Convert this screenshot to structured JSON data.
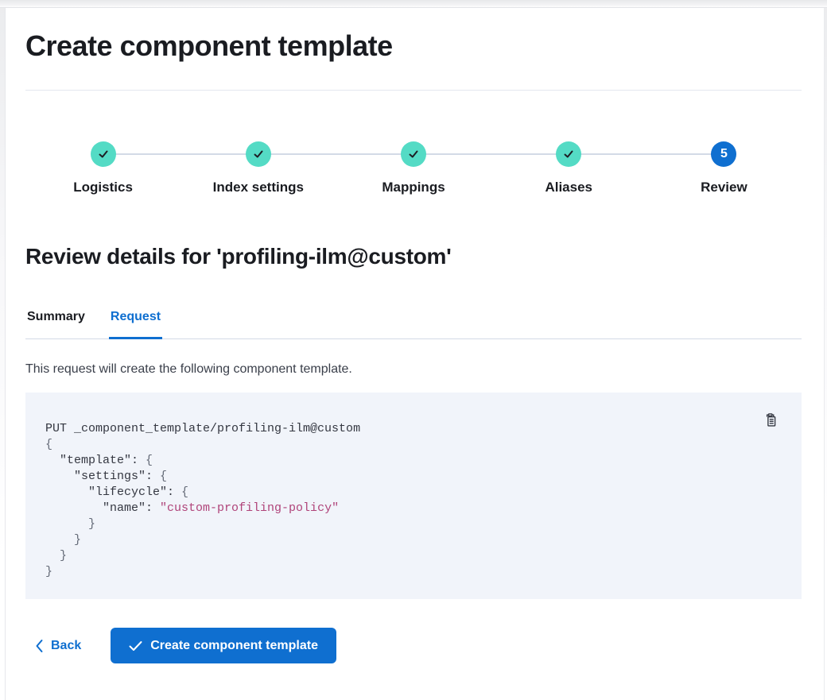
{
  "app": {
    "title": "Create component template"
  },
  "stepper": {
    "steps": [
      {
        "label": "Logistics",
        "status": "complete"
      },
      {
        "label": "Index settings",
        "status": "complete"
      },
      {
        "label": "Mappings",
        "status": "complete"
      },
      {
        "label": "Aliases",
        "status": "complete"
      },
      {
        "label": "Review",
        "status": "current",
        "number": "5"
      }
    ]
  },
  "review": {
    "heading": "Review details for 'profiling-ilm@custom'",
    "tabs": [
      {
        "label": "Summary",
        "active": false
      },
      {
        "label": "Request",
        "active": true
      }
    ],
    "description": "This request will create the following component template."
  },
  "code_block": {
    "copy_icon": "copy-clipboard-icon",
    "lines": [
      [
        [
          "plain",
          "PUT _component_template/profiling-ilm@custom"
        ]
      ],
      [
        [
          "punct",
          "{"
        ]
      ],
      [
        [
          "plain",
          "  \"template\":"
        ],
        [
          "punct",
          " {"
        ]
      ],
      [
        [
          "plain",
          "    \"settings\":"
        ],
        [
          "punct",
          " {"
        ]
      ],
      [
        [
          "plain",
          "      \"lifecycle\":"
        ],
        [
          "punct",
          " {"
        ]
      ],
      [
        [
          "plain",
          "        \"name\": "
        ],
        [
          "str",
          "\"custom-profiling-policy\""
        ]
      ],
      [
        [
          "punct",
          "      }"
        ]
      ],
      [
        [
          "punct",
          "    }"
        ]
      ],
      [
        [
          "punct",
          "  }"
        ]
      ],
      [
        [
          "punct",
          "}"
        ]
      ]
    ]
  },
  "footer": {
    "back_label": "Back",
    "create_label": "Create component template"
  },
  "colors": {
    "primary": "#0f6fd0",
    "step_complete": "#54dbc5",
    "connector": "#d3dae6",
    "divider": "#e4e7ef",
    "tab_border": "#d3dae6",
    "text": "#1a1c21",
    "text_secondary": "#3a3f4a",
    "code_bg": "#f1f4fa",
    "code_plain": "#343741",
    "code_punct": "#646a77",
    "code_string": "#b0447a"
  }
}
